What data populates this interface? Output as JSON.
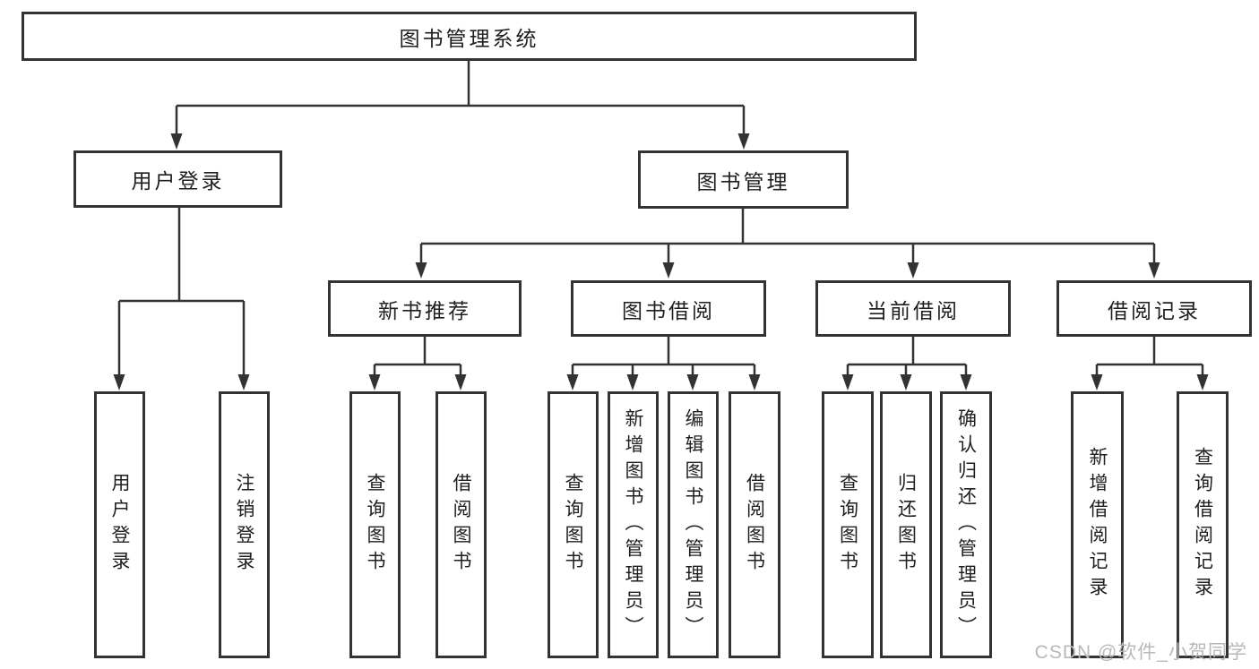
{
  "diagram": {
    "colors": {
      "line": "#333333",
      "text": "#1f1f1f",
      "background": "#ffffff",
      "watermark": "#b9b9b9"
    },
    "nodes": {
      "root": "图书管理系统",
      "user_login": "用户登录",
      "book_management": "图书管理",
      "new_book_recommend": "新书推荐",
      "book_borrowing": "图书借阅",
      "current_borrowing": "当前借阅",
      "borrowing_records": "借阅记录",
      "ul_user_login": "用户登录",
      "ul_logout_login": "注销登录",
      "nb_query_books": "查询图书",
      "nb_borrow_books": "借阅图书",
      "bb_query_books": "查询图书",
      "bb_add_books_admin": "新增图书（管理员）",
      "bb_edit_books_admin": "编辑图书（管理员）",
      "bb_borrow_books": "借阅图书",
      "cb_query_books": "查询图书",
      "cb_return_books": "归还图书",
      "cb_confirm_return_admin": "确认归还（管理员）",
      "br_add_record": "新增借阅记录",
      "br_query_record": "查询借阅记录"
    },
    "watermark": "CSDN @软件_小贺同学"
  }
}
